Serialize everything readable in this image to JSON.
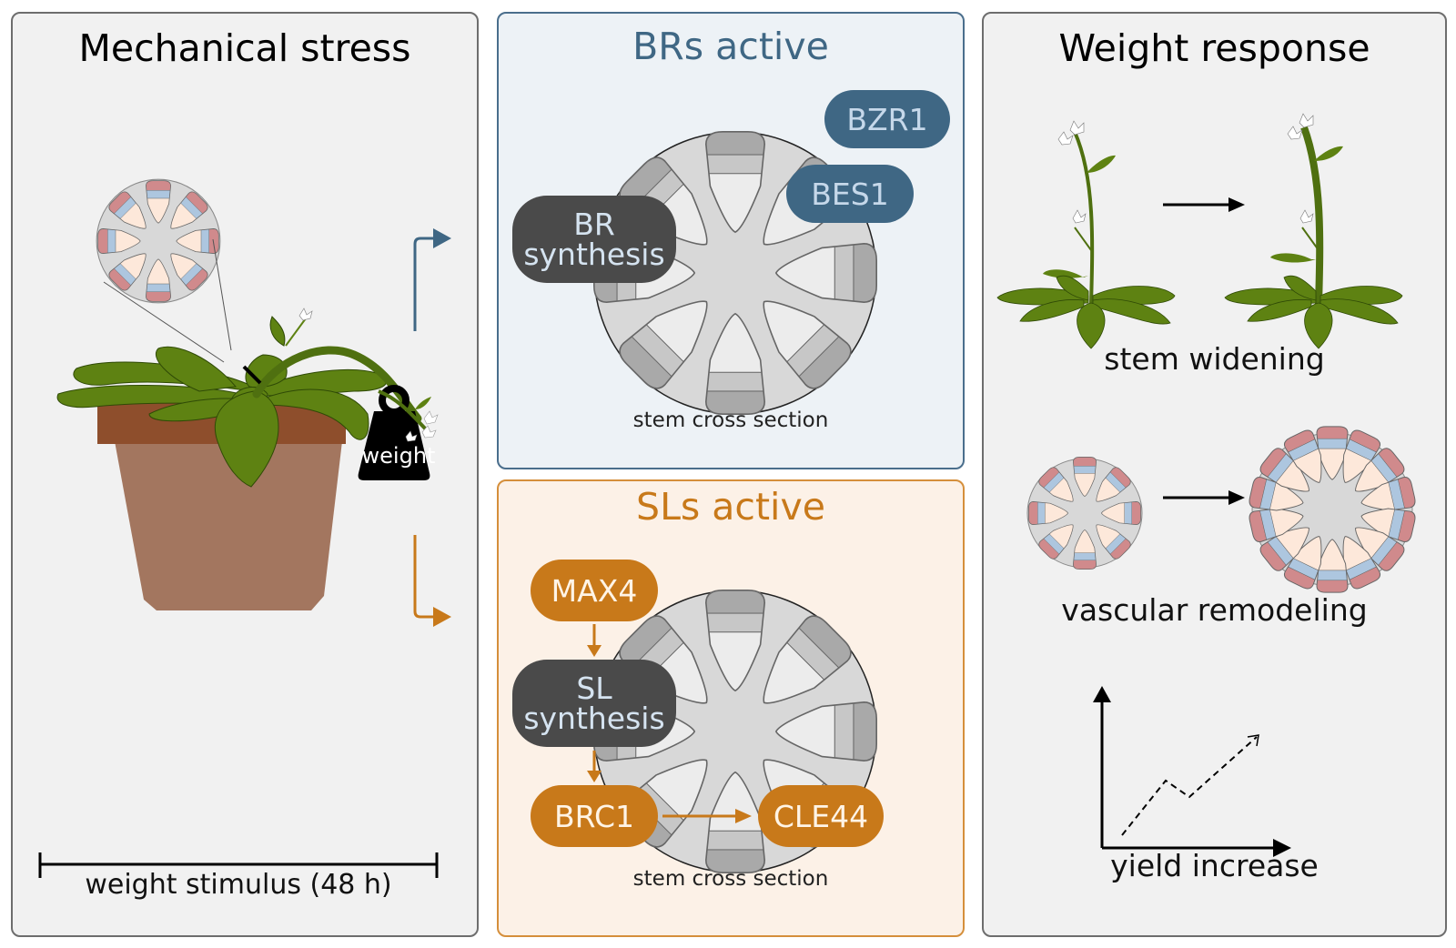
{
  "colors": {
    "panel_grey": "#f1f1f1",
    "brs_accent": "#3f6784",
    "sls_accent": "#c8791a",
    "synthesis_dark": "#4a4a4a",
    "plant_green": "#5e8212",
    "pot_rim": "#8e4e2c",
    "pot_body": "#a3765f",
    "xylem_red": "#d08a8c",
    "phloem_blue": "#adc6df",
    "cambium_peach": "#fde8da"
  },
  "left_panel": {
    "title": "Mechanical stress",
    "weight_label": "weight",
    "timeline_label": "weight stimulus (48 h)",
    "icons": [
      "stem-cross-section-inset",
      "potted-plant",
      "weight-icon"
    ]
  },
  "brs_panel": {
    "title": "BRs active",
    "synthesis_line1": "BR",
    "synthesis_line2": "synthesis",
    "factors": [
      "BZR1",
      "BES1"
    ],
    "caption": "stem cross section"
  },
  "sls_panel": {
    "title": "SLs active",
    "max4": "MAX4",
    "synthesis_line1": "SL",
    "synthesis_line2": "synthesis",
    "brc1": "BRC1",
    "cle44": "CLE44",
    "caption": "stem cross section"
  },
  "right_panel": {
    "title": "Weight response",
    "responses": [
      {
        "label": "stem widening"
      },
      {
        "label": "vascular remodeling"
      },
      {
        "label": "yield increase"
      }
    ]
  }
}
